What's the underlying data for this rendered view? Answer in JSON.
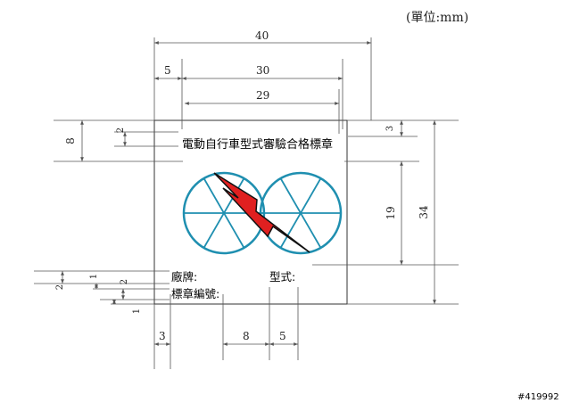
{
  "unit_note": "(單位:mm)",
  "label": {
    "title": "電動自行車型式審驗合格標章",
    "brand_label": "廠牌:",
    "model_label": "型式:",
    "mark_number_label": "標章編號:"
  },
  "dimensions": {
    "overall_width": "40",
    "inner_width_30": "30",
    "inner_width_29": "29",
    "left_margin_5": "5",
    "title_block_height": "8",
    "title_text_height": "2",
    "top_gap": "3",
    "emblem_height": "19",
    "overall_height": "34",
    "text_height_1": "1",
    "line_spacing_2a": "2",
    "line_spacing_2b": "2",
    "bottom_gap_1": "1",
    "bottom_left_3": "3",
    "bottom_8": "8",
    "bottom_5": "5"
  },
  "colors": {
    "circle_stroke": "#1f8fb0",
    "bolt_fill": "#e02020",
    "bolt_stroke": "#111111",
    "dimension_line": "#555555",
    "border": "#333333"
  },
  "watermark_code": "#419992"
}
